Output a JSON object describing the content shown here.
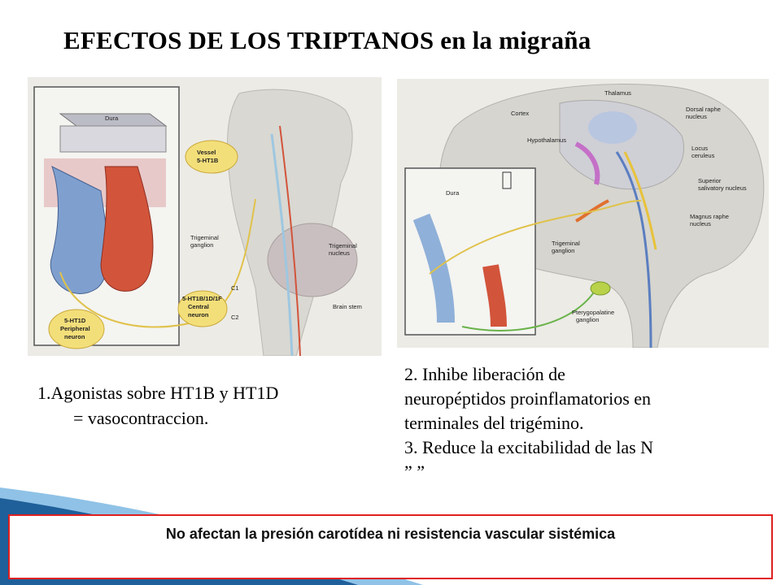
{
  "title": {
    "caps": "EFECTOS DE LOS TRIPTANOS",
    "rest": "en la migraña"
  },
  "figure_left": {
    "labels": {
      "dura": "Dura",
      "vessel_a": "Vessel",
      "vessel_b": "5-HT1B",
      "trigeminal_ganglion_a": "Trigeminal",
      "trigeminal_ganglion_b": "ganglion",
      "trigeminal_nucleus_a": "Trigeminal",
      "trigeminal_nucleus_b": "nucleus",
      "c1": "C1",
      "c2": "C2",
      "central_a": "5-HT1B/1D/1F",
      "central_b": "Central",
      "central_c": "neuron",
      "brain_stem": "Brain stem",
      "peripheral_a": "5-HT1D",
      "peripheral_b": "Peripheral",
      "peripheral_c": "neuron"
    }
  },
  "figure_right": {
    "labels": {
      "cortex": "Cortex",
      "thalamus": "Thalamus",
      "hypothalamus": "Hypothalamus",
      "dorsal_raphe_a": "Dorsal raphe",
      "dorsal_raphe_b": "nucleus",
      "locus_a": "Locus",
      "locus_b": "ceruleus",
      "superior_a": "Superior",
      "superior_b": "salivatory nucleus",
      "magnus_a": "Magnus raphe",
      "magnus_b": "nucleus",
      "dura": "Dura",
      "trigeminal_a": "Trigeminal",
      "trigeminal_b": "ganglion",
      "ptery_a": "Pterygopalatine",
      "ptery_b": "ganglion"
    }
  },
  "left_text": {
    "line1": "1.Agonistas sobre HT1B y HT1D",
    "line2": "= vasocontraccion."
  },
  "right_text": {
    "line1": "2. Inhibe liberación de",
    "line2": "neuropéptidos proinflamatorios en",
    "line3": "terminales del trigémino.",
    "line4": "3. Reduce la excitabilidad de las N",
    "line5": "” ”"
  },
  "callout": {
    "text": "No afectan la presión carotídea ni resistencia vascular sistémica"
  },
  "colors": {
    "callout_border": "#e02020",
    "swoosh_dark": "#1f5f9a",
    "swoosh_light": "#8fc2e6",
    "figure_bg": "#ecebe6"
  }
}
